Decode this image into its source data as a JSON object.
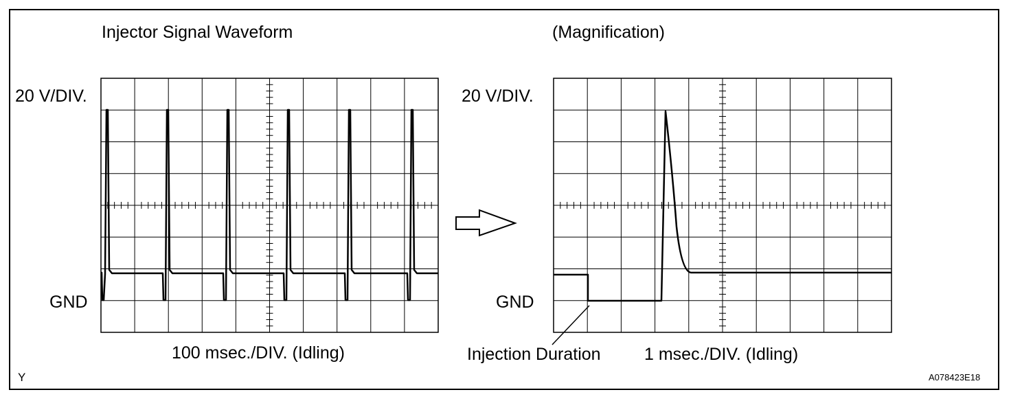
{
  "left_panel": {
    "title": "Injector Signal Waveform",
    "vertical_scale": "20 V/DIV.",
    "ground_label": "GND",
    "time_scale": "100 msec./DIV. (Idling)"
  },
  "right_panel": {
    "title": "(Magnification)",
    "vertical_scale": "20 V/DIV.",
    "ground_label": "GND",
    "annotation": "Injection Duration",
    "time_scale": "1 msec./DIV. (Idling)"
  },
  "corner_left": "Y",
  "figure_code": "A078423E18",
  "icons": {
    "arrow": "hollow-right-arrow-icon"
  }
}
